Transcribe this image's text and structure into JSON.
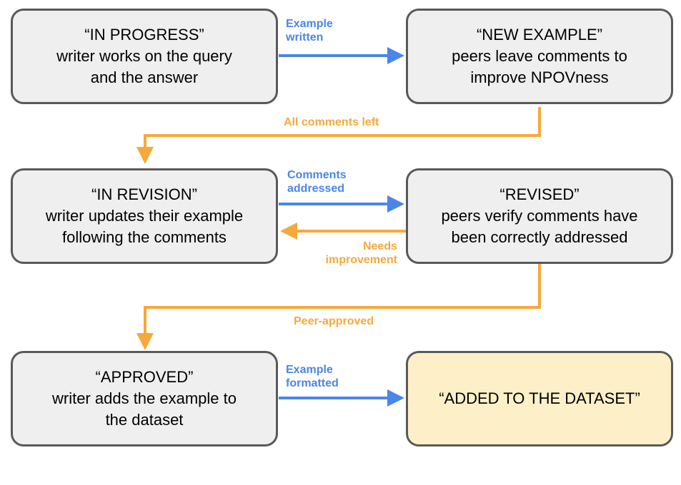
{
  "states": [
    {
      "title": "“IN PROGRESS”",
      "lines": [
        "writer works on the query",
        "and the answer"
      ]
    },
    {
      "title": "“NEW EXAMPLE”",
      "lines": [
        "peers leave comments to",
        "improve NPOVness"
      ]
    },
    {
      "title": "“IN REVISION”",
      "lines": [
        "writer updates their example",
        "following the comments"
      ]
    },
    {
      "title": "“REVISED”",
      "lines": [
        "peers verify comments have",
        "been correctly addressed"
      ]
    },
    {
      "title": "“APPROVED”",
      "lines": [
        "writer adds the example to",
        "the dataset"
      ]
    },
    {
      "title": "“ADDED TO THE DATASET”",
      "lines": []
    }
  ],
  "transitions": [
    {
      "lines": [
        "Example",
        "written"
      ]
    },
    {
      "lines": [
        "All comments left"
      ]
    },
    {
      "lines": [
        "Comments",
        "addressed"
      ]
    },
    {
      "lines": [
        "Needs",
        "improvement"
      ]
    },
    {
      "lines": [
        "Peer-approved"
      ]
    },
    {
      "lines": [
        "Example",
        "formatted"
      ]
    }
  ],
  "colors": {
    "forward_arrow": "#4a86e8",
    "loop_arrow": "#f6a93b",
    "box_fill": "#efefef",
    "box_border": "#595959",
    "final_box_fill": "#fdf0c8"
  }
}
